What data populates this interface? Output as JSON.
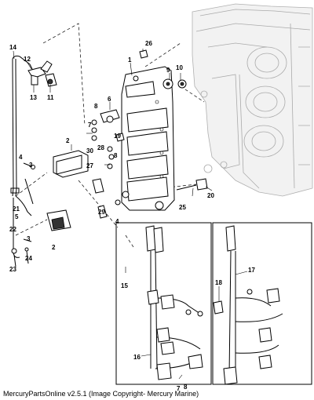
{
  "caption": "MercuryPartsOnline v2.5.1 (Image Copyright- Mercury Marine)",
  "callouts": {
    "c1": "1",
    "c2a": "2",
    "c2b": "2",
    "c3a": "3",
    "c3b": "3",
    "c4a": "4",
    "c4b": "4",
    "c5": "5",
    "c6": "6",
    "c7a": "7",
    "c7b": "7",
    "c8a": "8",
    "c8b": "8",
    "c8c": "8",
    "c9": "9",
    "c10": "10",
    "c11": "11",
    "c12": "12",
    "c13": "13",
    "c14": "14",
    "c15": "15",
    "c16": "16",
    "c17": "17",
    "c18": "18",
    "c19": "19",
    "c20": "20",
    "c21": "21",
    "c22": "22",
    "c23": "23",
    "c24": "24",
    "c25": "25",
    "c26": "26",
    "c27": "27",
    "c28": "28",
    "c29": "29",
    "c30": "30"
  }
}
